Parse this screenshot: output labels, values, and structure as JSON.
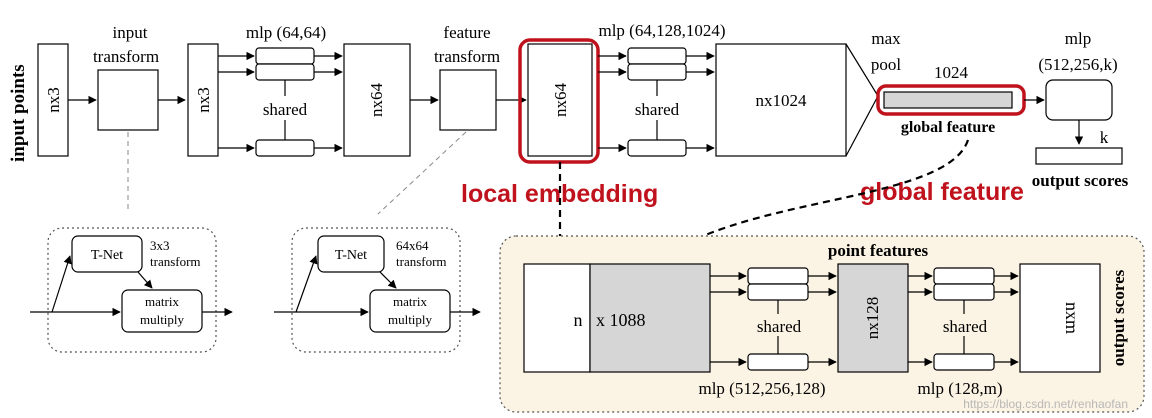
{
  "labels": {
    "input_points": "input points",
    "input_transform_1": "input",
    "input_transform_2": "transform",
    "nx3_a": "nx3",
    "nx3_b": "nx3",
    "mlp_64_64": "mlp (64,64)",
    "shared_1": "shared",
    "nx64_a": "nx64",
    "feature_transform_1": "feature",
    "feature_transform_2": "transform",
    "nx64_b": "nx64",
    "mlp_64_128_1024": "mlp (64,128,1024)",
    "shared_2": "shared",
    "nx1024": "nx1024",
    "max_pool_1": "max",
    "max_pool_2": "pool",
    "dim_1024": "1024",
    "global_feature_small": "global feature",
    "mlp_512_256_k_1": "mlp",
    "mlp_512_256_k_2": "(512,256,k)",
    "k": "k",
    "output_scores_cls": "output scores",
    "local_embedding": "local embedding",
    "global_feature_red": "global feature",
    "tnet_1": "T-Net",
    "transform_3x3_1": "3x3",
    "transform_3x3_2": "transform",
    "matrix_multiply_1a": "matrix",
    "matrix_multiply_1b": "multiply",
    "tnet_2": "T-Net",
    "transform_64x64_1": "64x64",
    "transform_64x64_2": "transform",
    "matrix_multiply_2a": "matrix",
    "matrix_multiply_2b": "multiply",
    "point_features": "point features",
    "n": "n",
    "x1088": "x 1088",
    "shared_3": "shared",
    "nx128": "nx128",
    "shared_4": "shared",
    "nxm": "nxm",
    "mlp_512_256_128": "mlp (512,256,128)",
    "mlp_128_m": "mlp (128,m)",
    "output_scores_seg": "output scores",
    "watermark": "https://blog.csdn.net/renhaofan"
  },
  "colors": {
    "highlight_red": "#c0121c",
    "seg_panel_bg": "#fbf3e3",
    "gray_fill": "#d6d6d6"
  }
}
